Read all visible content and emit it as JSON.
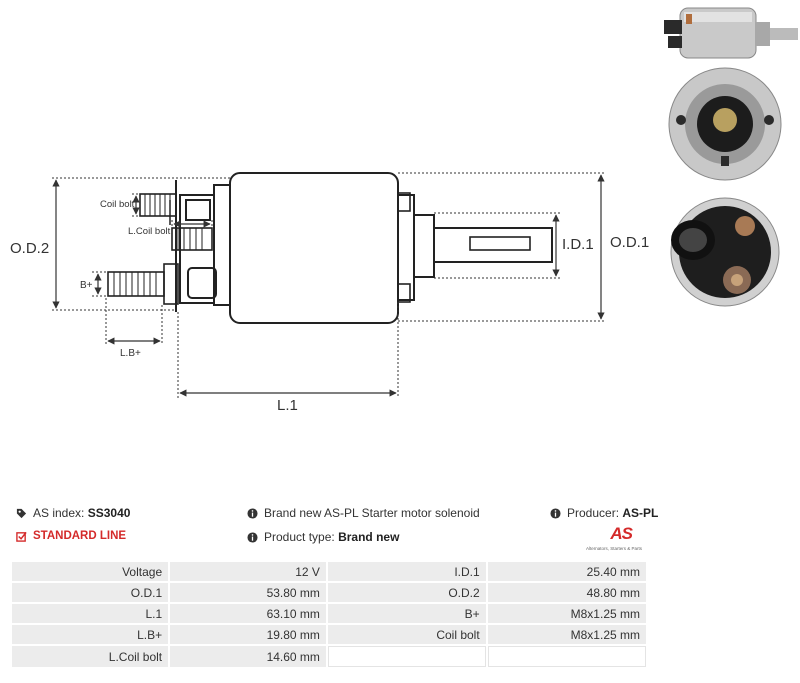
{
  "diagram": {
    "labels": {
      "od2": "O.D.2",
      "od1": "O.D.1",
      "id1": "I.D.1",
      "l1": "L.1",
      "coil_bolt": "Coil bolt",
      "lcoil_bolt": "L.Coil bolt",
      "bplus": "B+",
      "lbplus": "L.B+"
    }
  },
  "info": {
    "as_index_label": "AS index:",
    "as_index_value": "SS3040",
    "standard_line": "STANDARD LINE",
    "description": "Brand new AS-PL Starter motor solenoid",
    "product_type_label": "Product type:",
    "product_type_value": "Brand new",
    "producer_label": "Producer:",
    "producer_value": "AS-PL",
    "logo_mark": "AS",
    "logo_tagline": "Alternators, Starters & Parts"
  },
  "colors": {
    "accent_red": "#d42a2a",
    "table_cell": "#ececec",
    "text": "#333333"
  },
  "specs": [
    {
      "l1": "Voltage",
      "v1": "12 V",
      "l2": "I.D.1",
      "v2": "25.40 mm"
    },
    {
      "l1": "O.D.1",
      "v1": "53.80 mm",
      "l2": "O.D.2",
      "v2": "48.80 mm"
    },
    {
      "l1": "L.1",
      "v1": "63.10 mm",
      "l2": "B+",
      "v2": "M8x1.25 mm"
    },
    {
      "l1": "L.B+",
      "v1": "19.80 mm",
      "l2": "Coil bolt",
      "v2": "M8x1.25 mm"
    },
    {
      "l1": "L.Coil bolt",
      "v1": "14.60 mm",
      "l2": "",
      "v2": ""
    }
  ]
}
